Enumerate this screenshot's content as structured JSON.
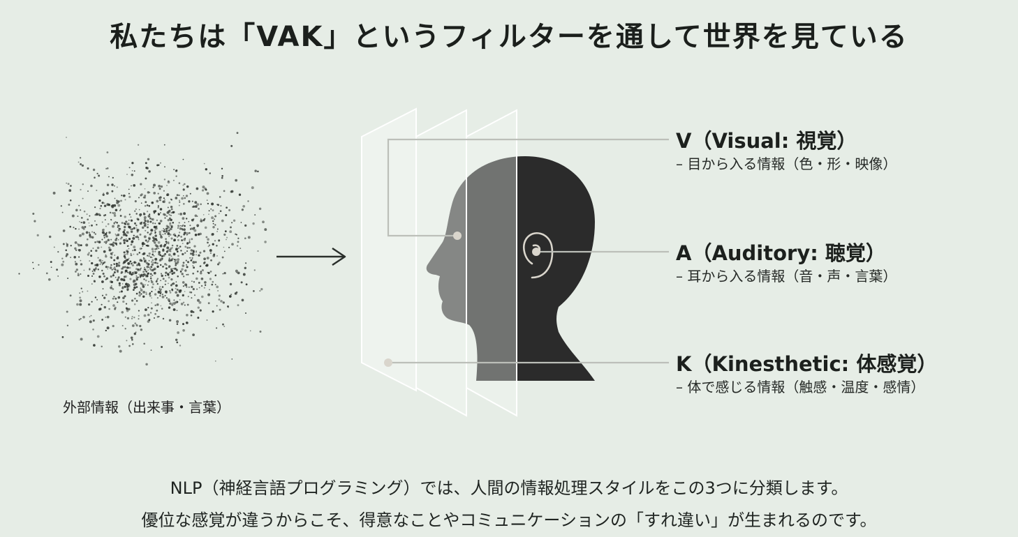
{
  "title": "私たちは「VAK」というフィルターを通して世界を見ている",
  "source_label": "外部情報（出来事・言葉）",
  "senses": [
    {
      "id": "v",
      "title": "V（Visual: 視覚）",
      "desc": "– 目から入る情報（色・形・映像）"
    },
    {
      "id": "a",
      "title": "A（Auditory: 聴覚）",
      "desc": "– 耳から入る情報（音・声・言葉）"
    },
    {
      "id": "k",
      "title": "K（Kinesthetic: 体感覚）",
      "desc": "– 体で感じる情報（触感・温度・感情）"
    }
  ],
  "caption": {
    "line1": "NLP（神経言語プログラミング）では、人間の情報処理スタイルをこの3つに分類します。",
    "line2": "優位な感覚が違うからこそ、得意なことやコミュニケーションの「すれ違い」が生まれるのです。"
  },
  "colors": {
    "background": "#e6ede6",
    "head": "#2b2b2b",
    "panel": "#f4f8f4",
    "leader_line": "#bcbfb9",
    "dot": "#d9d5cc"
  },
  "icons": [
    "particle-cloud",
    "arrow-right-icon",
    "filter-panel",
    "head-silhouette",
    "ear-icon"
  ]
}
